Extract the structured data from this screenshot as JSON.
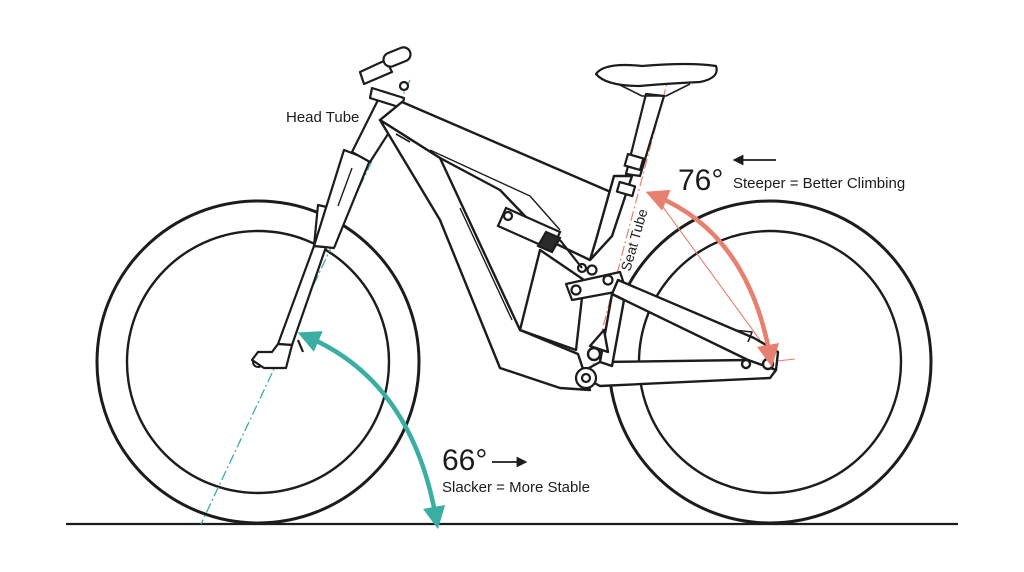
{
  "diagram": {
    "labels": {
      "head_tube": "Head Tube",
      "seat_tube": "Seat Tube"
    },
    "head_angle": {
      "value": "66°",
      "caption": "Slacker = More Stable",
      "color": "#3aaea3"
    },
    "seat_angle": {
      "value": "76°",
      "caption": "Steeper = Better Climbing",
      "color": "#e8806f"
    },
    "colors": {
      "line": "#1c1c1c",
      "ground": "#1c1c1c",
      "background": "#ffffff"
    }
  }
}
